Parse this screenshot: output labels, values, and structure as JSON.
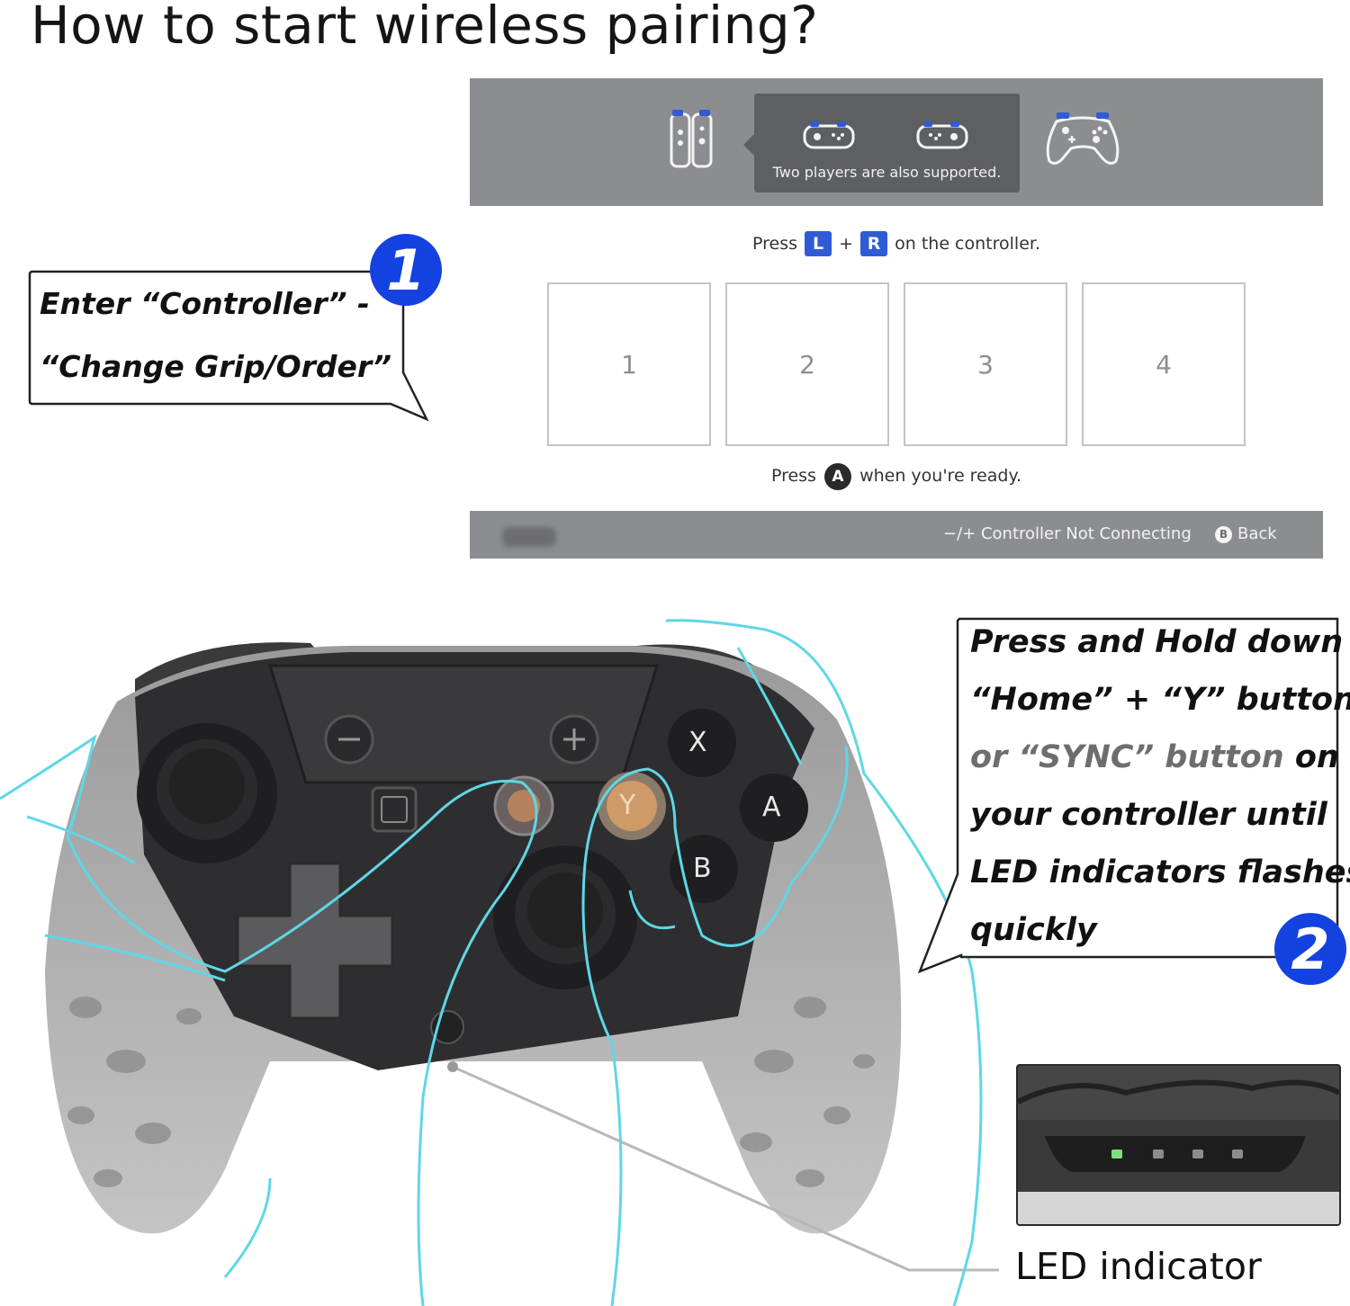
{
  "page": {
    "title": "How to start wireless pairing?"
  },
  "screen": {
    "popup_caption": "Two players are also supported.",
    "press_text_before": "Press",
    "key_l": "L",
    "plus": "+",
    "key_r": "R",
    "press_text_after": "on the controller.",
    "slots": [
      "1",
      "2",
      "3",
      "4"
    ],
    "ready_before": "Press",
    "ready_key": "A",
    "ready_after": "when you're ready.",
    "footer": {
      "not_connecting_symbol": "−/+",
      "not_connecting_label": "Controller Not Connecting",
      "back_key": "B",
      "back_label": "Back"
    }
  },
  "callout1": {
    "line1": "Enter “Controller” -",
    "line2": "“Change Grip/Order”",
    "step": "1"
  },
  "callout2": {
    "line1": "Press and Hold down",
    "line2": "“Home” + “Y” buttons",
    "line3_gray": "or “SYNC” button",
    "line3_black": " on",
    "line4": "your controller until",
    "line5": "LED indicators flashes",
    "line6": "quickly",
    "step": "2"
  },
  "controller": {
    "buttons": {
      "x": "X",
      "a": "A",
      "b": "B",
      "y": "Y"
    }
  },
  "led": {
    "caption": "LED indicator"
  },
  "colors": {
    "step_badge": "#1442e0",
    "key_badge": "#2f5bd7",
    "hand_outline": "#5ed7e6",
    "led_active": "#7fe07a"
  }
}
